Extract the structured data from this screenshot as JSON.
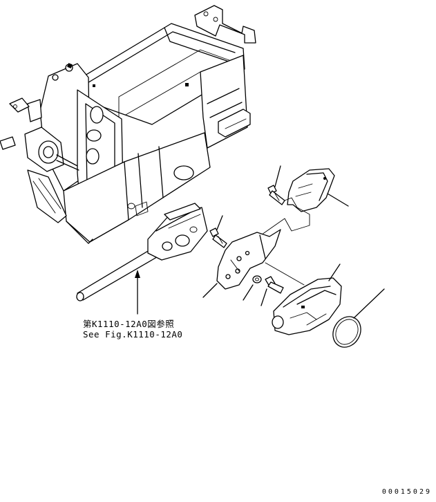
{
  "diagram": {
    "reference_note": {
      "line_jp": "第K1110-12A0図参照",
      "line_en": "See Fig.K1110-12A0"
    },
    "document_number": "00015029",
    "parts": [
      {
        "name": "console-frame"
      },
      {
        "name": "lever-assembly"
      },
      {
        "name": "upper-cover"
      },
      {
        "name": "bolt-upper"
      },
      {
        "name": "bolt-left"
      },
      {
        "name": "mounting-plate"
      },
      {
        "name": "washer"
      },
      {
        "name": "bolt-lower"
      },
      {
        "name": "front-cover"
      },
      {
        "name": "lens-cap"
      }
    ]
  }
}
